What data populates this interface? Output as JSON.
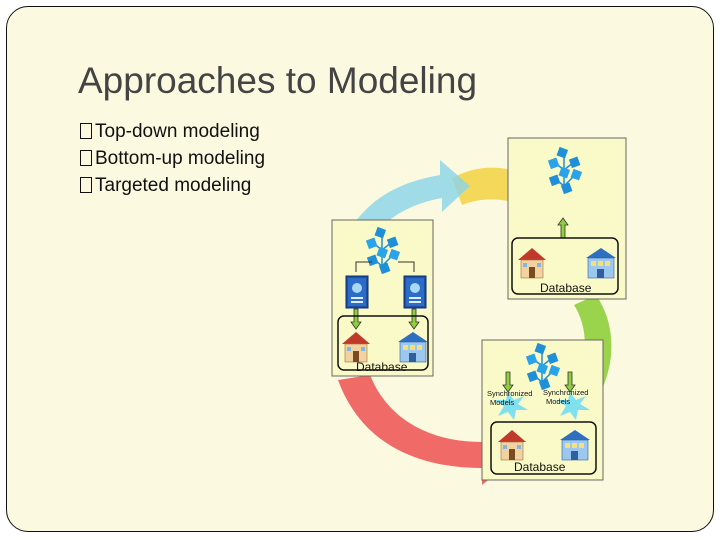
{
  "slide": {
    "title": "Approaches to Modeling",
    "bullets": [
      "Top-down modeling",
      "Bottom-up modeling",
      "Targeted modeling"
    ]
  },
  "diagram": {
    "panels": {
      "top_right": {
        "database_label": "Database"
      },
      "left": {
        "database_label": "Database"
      },
      "bottom": {
        "database_label": "Database",
        "synchronized_left": [
          "Synchronized",
          "Models"
        ],
        "synchronized_right": [
          "Synchronized",
          "Models"
        ]
      }
    },
    "colors": {
      "panel_fill": "#fafac8",
      "arrow_green": "#8fce3c",
      "arrow_yellow": "#f2d44a",
      "arrow_red": "#ee5a5a",
      "arrow_cyan": "#8ad4e8",
      "model_blue": "#1f8fd8"
    }
  }
}
